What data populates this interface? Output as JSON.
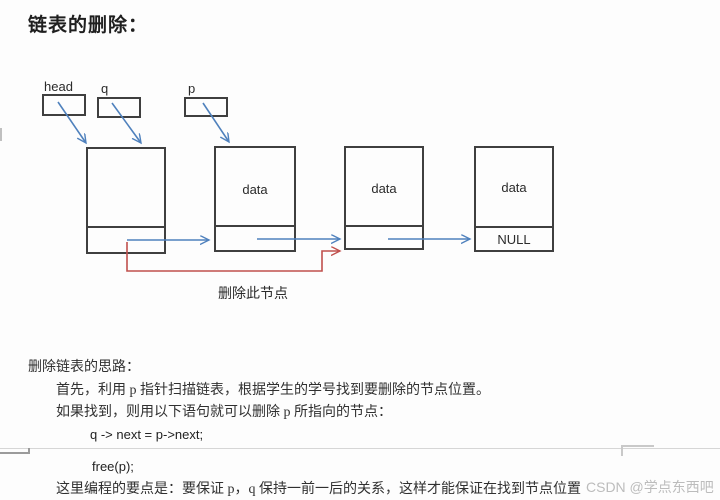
{
  "page": {
    "title": "链表的删除："
  },
  "diagram": {
    "pointers": [
      {
        "label": "head"
      },
      {
        "label": "q"
      },
      {
        "label": "p"
      }
    ],
    "nodes": [
      {
        "data": "",
        "next": ""
      },
      {
        "data": "data",
        "next": ""
      },
      {
        "data": "data",
        "next": ""
      },
      {
        "data": "data",
        "next": "NULL"
      }
    ],
    "caption": "删除此节点",
    "colors": {
      "arrow_blue": "#4f81bd",
      "arrow_red": "#c0504d",
      "box_border": "#3f3f3f"
    }
  },
  "notes": {
    "heading": "删除链表的思路：",
    "line1": "首先，利用 p 指针扫描链表，根据学生的学号找到要删除的节点位置。",
    "line2": "如果找到，则用以下语句就可以删除 p 所指向的节点：",
    "code1": "q -> next = p->next;",
    "code2": "free(p);",
    "line3": "这里编程的要点是：要保证 p，q 保持一前一后的关系，这样才能保证在找到节点位置"
  },
  "watermark": {
    "text": "CSDN @学点东西吧"
  }
}
